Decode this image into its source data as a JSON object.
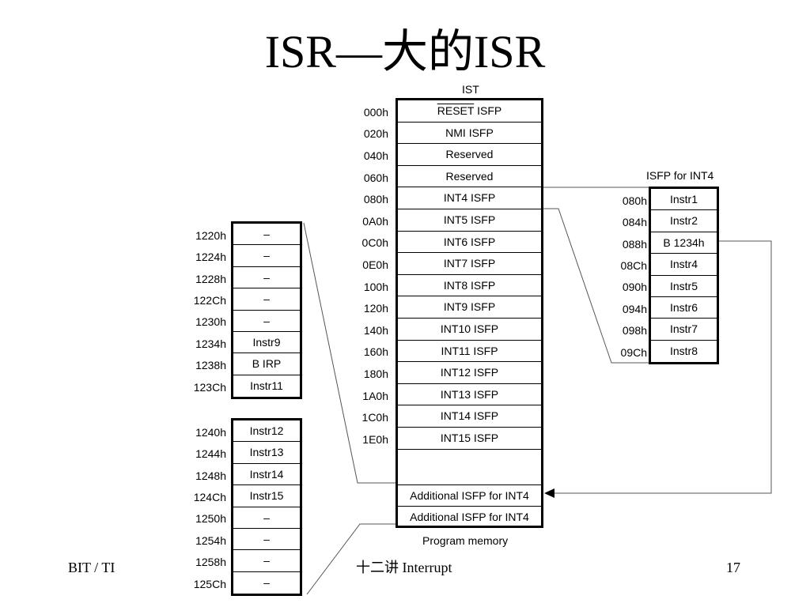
{
  "slide": {
    "title": "ISR—大的ISR",
    "footer_left": "BIT / TI",
    "footer_center": "十二讲 Interrupt",
    "page_number": "17"
  },
  "ist": {
    "caption": "IST",
    "bottom_caption": "Program memory",
    "rows": [
      {
        "addr": "000h",
        "label_overline": "RESET",
        "label": " ISFP"
      },
      {
        "addr": "020h",
        "label": "NMI ISFP"
      },
      {
        "addr": "040h",
        "label": "Reserved"
      },
      {
        "addr": "060h",
        "label": "Reserved"
      },
      {
        "addr": "080h",
        "label": "INT4 ISFP"
      },
      {
        "addr": "0A0h",
        "label": "INT5 ISFP"
      },
      {
        "addr": "0C0h",
        "label": "INT6 ISFP"
      },
      {
        "addr": "0E0h",
        "label": "INT7 ISFP"
      },
      {
        "addr": "100h",
        "label": "INT8 ISFP"
      },
      {
        "addr": "120h",
        "label": "INT9 ISFP"
      },
      {
        "addr": "140h",
        "label": "INT10 ISFP"
      },
      {
        "addr": "160h",
        "label": "INT11 ISFP"
      },
      {
        "addr": "180h",
        "label": "INT12 ISFP"
      },
      {
        "addr": "1A0h",
        "label": "INT13 ISFP"
      },
      {
        "addr": "1C0h",
        "label": "INT14 ISFP"
      },
      {
        "addr": "1E0h",
        "label": "INT15 ISFP"
      },
      {
        "addr": "",
        "label": ""
      },
      {
        "addr": "",
        "label": "Additional ISFP for INT4"
      },
      {
        "addr": "",
        "label": "Additional ISFP for INT4"
      }
    ]
  },
  "isfp_int4": {
    "caption": "ISFP for INT4",
    "rows": [
      {
        "addr": "080h",
        "label": "Instr1"
      },
      {
        "addr": "084h",
        "label": "Instr2"
      },
      {
        "addr": "088h",
        "label": "B 1234h"
      },
      {
        "addr": "08Ch",
        "label": "Instr4"
      },
      {
        "addr": "090h",
        "label": "Instr5"
      },
      {
        "addr": "094h",
        "label": "Instr6"
      },
      {
        "addr": "098h",
        "label": "Instr7"
      },
      {
        "addr": "09Ch",
        "label": "Instr8"
      }
    ]
  },
  "left_upper": {
    "rows": [
      {
        "addr": "1220h",
        "label": "–"
      },
      {
        "addr": "1224h",
        "label": "–"
      },
      {
        "addr": "1228h",
        "label": "–"
      },
      {
        "addr": "122Ch",
        "label": "–"
      },
      {
        "addr": "1230h",
        "label": "–"
      },
      {
        "addr": "1234h",
        "label": "Instr9"
      },
      {
        "addr": "1238h",
        "label": "B IRP"
      },
      {
        "addr": "123Ch",
        "label": "Instr11"
      }
    ]
  },
  "left_lower": {
    "rows": [
      {
        "addr": "1240h",
        "label": "Instr12"
      },
      {
        "addr": "1244h",
        "label": "Instr13"
      },
      {
        "addr": "1248h",
        "label": "Instr14"
      },
      {
        "addr": "124Ch",
        "label": "Instr15"
      },
      {
        "addr": "1250h",
        "label": "–"
      },
      {
        "addr": "1254h",
        "label": "–"
      },
      {
        "addr": "1258h",
        "label": "–"
      },
      {
        "addr": "125Ch",
        "label": "–"
      }
    ]
  }
}
